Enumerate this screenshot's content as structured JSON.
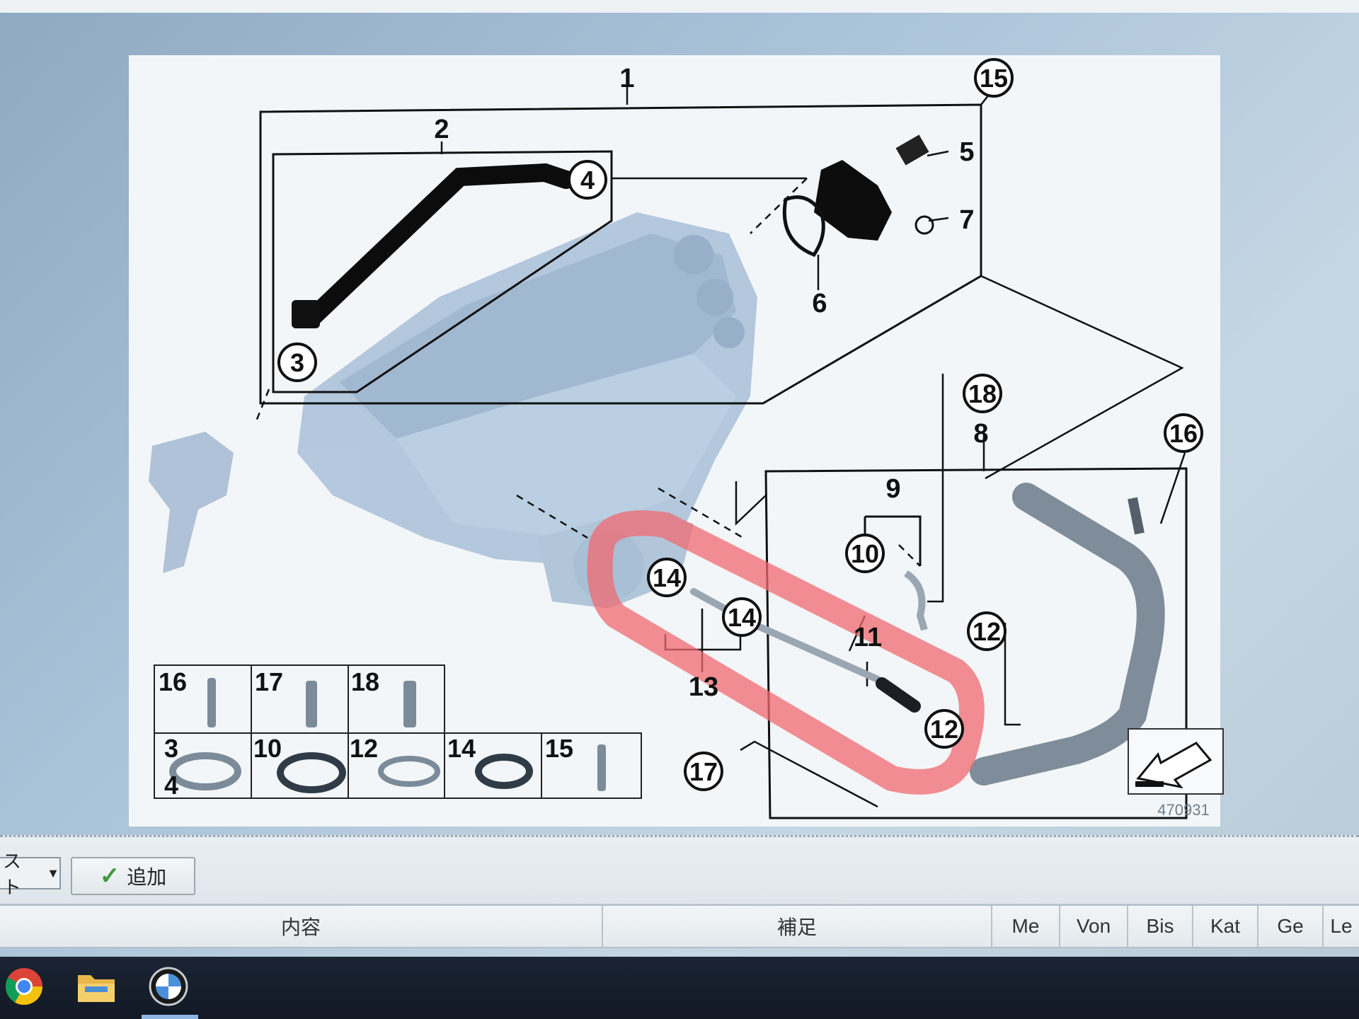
{
  "diagram": {
    "callouts": [
      {
        "id": "c1",
        "text": "1",
        "circled": false
      },
      {
        "id": "c2",
        "text": "2",
        "circled": false
      },
      {
        "id": "c3",
        "text": "3",
        "circled": true
      },
      {
        "id": "c4",
        "text": "4",
        "circled": true
      },
      {
        "id": "c5",
        "text": "5",
        "circled": false
      },
      {
        "id": "c6",
        "text": "6",
        "circled": false
      },
      {
        "id": "c7",
        "text": "7",
        "circled": false
      },
      {
        "id": "c8",
        "text": "8",
        "circled": false
      },
      {
        "id": "c9",
        "text": "9",
        "circled": false
      },
      {
        "id": "c10",
        "text": "10",
        "circled": true
      },
      {
        "id": "c11",
        "text": "11",
        "circled": false
      },
      {
        "id": "c12a",
        "text": "12",
        "circled": true
      },
      {
        "id": "c12b",
        "text": "12",
        "circled": true
      },
      {
        "id": "c13",
        "text": "13",
        "circled": false
      },
      {
        "id": "c14a",
        "text": "14",
        "circled": true
      },
      {
        "id": "c14b",
        "text": "14",
        "circled": true
      },
      {
        "id": "c15",
        "text": "15",
        "circled": true
      },
      {
        "id": "c16",
        "text": "16",
        "circled": true
      },
      {
        "id": "c17",
        "text": "17",
        "circled": true
      },
      {
        "id": "c18",
        "text": "18",
        "circled": true
      }
    ],
    "legend": {
      "row1": [
        "16",
        "17",
        "18"
      ],
      "row2": [
        "3",
        "10",
        "12",
        "14",
        "15"
      ],
      "row2_extra": "4"
    },
    "catalog_number": "470931",
    "highlight_color": "#f06a70"
  },
  "toolbar": {
    "dropdown_partial": "スト",
    "add_label": "追加"
  },
  "table": {
    "columns": [
      "内容",
      "補足",
      "Me",
      "Von",
      "Bis",
      "Kat",
      "Ge",
      "Le"
    ]
  },
  "taskbar": {
    "icons": [
      "chrome-icon",
      "file-explorer-icon",
      "bmw-app-icon"
    ]
  }
}
